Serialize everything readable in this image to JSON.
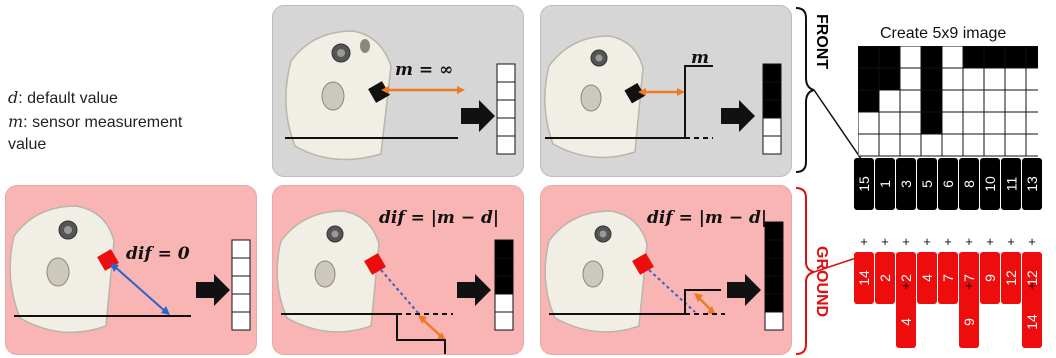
{
  "legend": {
    "d_symbol": "d",
    "d_text": ": default value",
    "m_symbol": "m",
    "m_text_line1": ": sensor measurement",
    "m_text_line2": "value"
  },
  "panels": {
    "front_infinite": {
      "formula": "m = ∞"
    },
    "front_object": {
      "formula": "m"
    },
    "ground_flat": {
      "formula": "dif = 0"
    },
    "ground_hole": {
      "formula": "dif = |m − d|"
    },
    "ground_bump": {
      "formula": "dif = |m − d|"
    }
  },
  "side_labels": {
    "front": "FRONT",
    "ground": "GROUND"
  },
  "image_grid": {
    "title": "Create 5x9 image",
    "rows": 5,
    "cols": 9,
    "filled_per_column": [
      3,
      2,
      0,
      4,
      0,
      1,
      1,
      1,
      1
    ]
  },
  "front_values": [
    "15",
    "1",
    "3",
    "5",
    "6",
    "8",
    "10",
    "11",
    "13"
  ],
  "plus": "+",
  "ground_values": [
    "14",
    "2",
    "2",
    "4",
    "7",
    "7",
    "9",
    "12",
    "12"
  ],
  "ground_extra": [
    {
      "column": 2,
      "value": "4"
    },
    {
      "column": 5,
      "value": "9"
    },
    {
      "column": 8,
      "value": "14"
    }
  ],
  "colors": {
    "gray_panel": "#d6d6d6",
    "red_panel": "#f9b4b4",
    "front_chip": "#000000",
    "ground_chip": "#ee0d0d",
    "bracket_red": "#e01010",
    "arrow_orange": "#f07a20",
    "arrow_blue": "#2e63c8"
  }
}
